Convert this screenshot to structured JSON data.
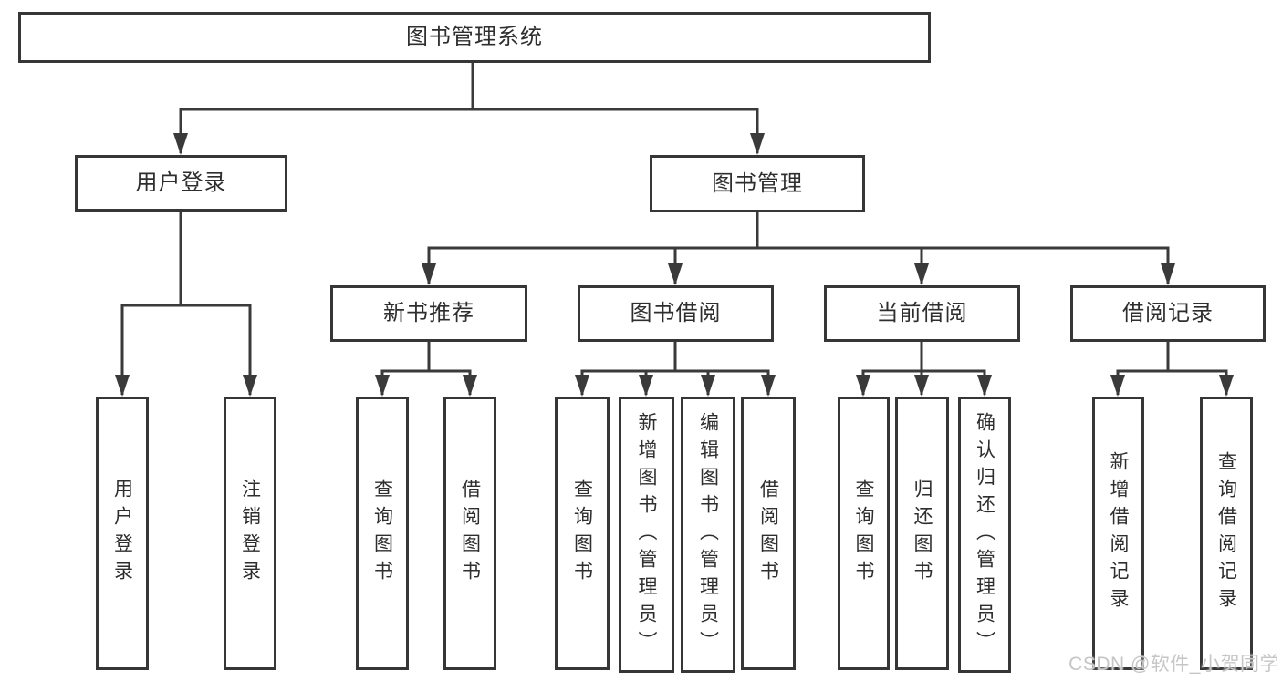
{
  "tree": {
    "root": {
      "label": "图书管理系统",
      "children": [
        {
          "label": "用户登录",
          "children": [
            {
              "label": "用户登录"
            },
            {
              "label": "注销登录"
            }
          ]
        },
        {
          "label": "图书管理",
          "children": [
            {
              "label": "新书推荐",
              "children": [
                {
                  "label": "查询图书"
                },
                {
                  "label": "借阅图书"
                }
              ]
            },
            {
              "label": "图书借阅",
              "children": [
                {
                  "label": "查询图书"
                },
                {
                  "label": "新增图书（管理员）"
                },
                {
                  "label": "编辑图书（管理员）"
                },
                {
                  "label": "借阅图书"
                }
              ]
            },
            {
              "label": "当前借阅",
              "children": [
                {
                  "label": "查询图书"
                },
                {
                  "label": "归还图书"
                },
                {
                  "label": "确认归还（管理员）"
                }
              ]
            },
            {
              "label": "借阅记录",
              "children": [
                {
                  "label": "新增借阅记录"
                },
                {
                  "label": "查询借阅记录"
                }
              ]
            }
          ]
        }
      ]
    }
  },
  "watermark": {
    "text": "CSDN @软件_小贺同学"
  },
  "colors": {
    "line": "#3a3a3a",
    "box_border": "#363636",
    "text": "#2e2e2e",
    "watermark_gray": "#c6c6c6",
    "background": "#ffffff"
  }
}
